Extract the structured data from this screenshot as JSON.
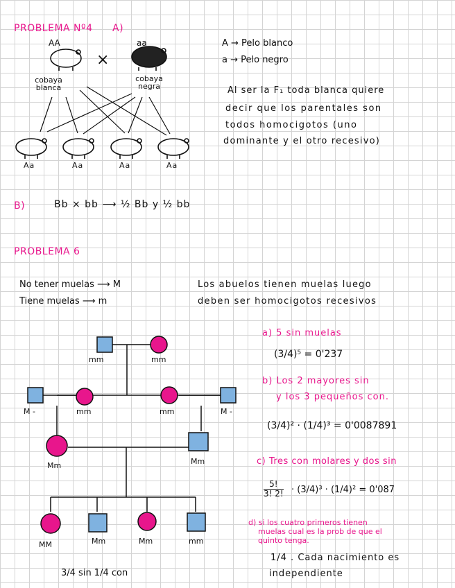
{
  "problem4": {
    "title": "PROBLEMA Nº4",
    "part_a": "A)",
    "parent1_genotype": "AA",
    "parent2_genotype": "aa",
    "cross": "×",
    "parent1_label": "cobaya blanca",
    "parent2_label": "cobaya negra",
    "offspring": [
      "Aa",
      "Aa",
      "Aa",
      "Aa"
    ],
    "key_line1": "A → Pelo blanco",
    "key_line2": "a → Pelo negro",
    "explanation": [
      "Al ser la F₁ toda blanca quiere",
      "decir que los parentales son",
      "todos homocigotos (uno",
      "dominante y el otro recesivo)"
    ],
    "part_b_label": "B)",
    "part_b": "Bb × bb  ⟶  ½ Bb  y  ½ bb"
  },
  "problem6": {
    "title": "PROBLEMA 6",
    "key_line1": "No tener muelas ⟶  M",
    "key_line2": "Tiene muelas ⟶  m",
    "note_line1": "Los abuelos tienen muelas luego",
    "note_line2": "deben ser homocigotos recesivos",
    "pedigree_labels": {
      "g1_male": "mm",
      "g1_female": "mm",
      "g2_left_male": "M -",
      "g2_left_female": "mm",
      "g2_right_female": "mm",
      "g2_right_male": "M -",
      "g3_female": "Mm",
      "g3_male": "Mm",
      "g4": [
        "MM",
        "Mm",
        "Mm",
        "mm"
      ]
    },
    "ratio": "3/4 sin    1/4 con",
    "a_label": "a) 5 sin muelas",
    "a_formula": "(3/4)⁵ = 0'237",
    "b_label_1": "b) Los 2 mayores sin",
    "b_label_2": "y los 3 pequeños con.",
    "b_formula": "(3/4)² · (1/4)³ = 0'0087891",
    "c_label": "c) Tres con molares y dos sin",
    "c_num": "5!",
    "c_den": "3! 2!",
    "c_rest": "· (3/4)³ · (1/4)² = 0'087",
    "d_label_1": "d) si los cuatro primeros tienen",
    "d_label_2": "muelas cual es la prob de que el",
    "d_label_3": "quinto tenga.",
    "d_answer_1": "1/4 . Cada nacimiento es",
    "d_answer_2": "independiente"
  },
  "colors": {
    "accent": "#e8168c",
    "square_fill": "#7fb2e0",
    "ink": "#111111"
  }
}
